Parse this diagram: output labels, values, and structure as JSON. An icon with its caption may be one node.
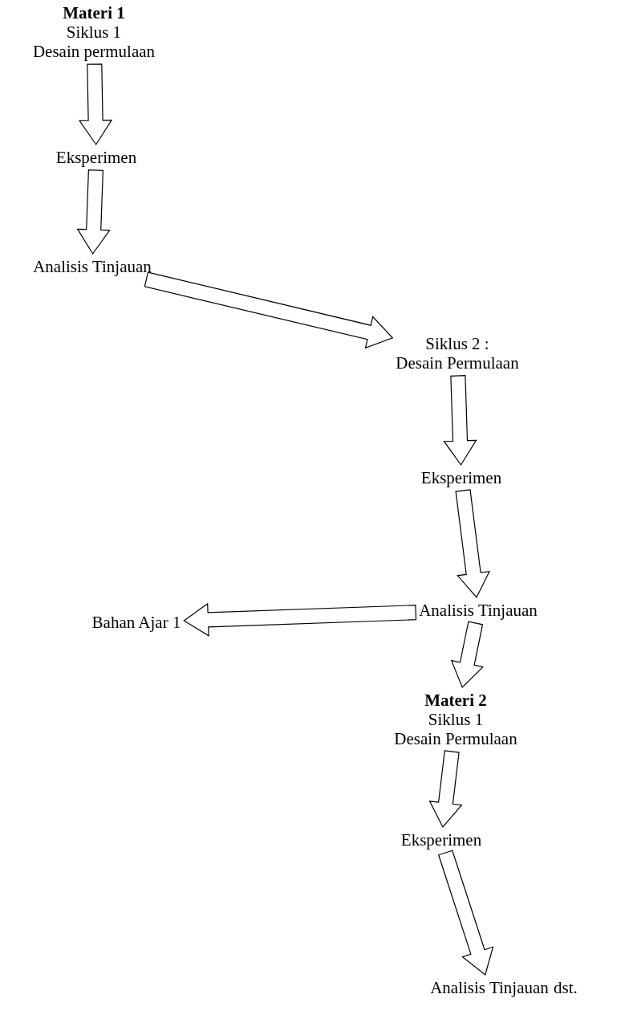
{
  "diagram": {
    "nodes": [
      {
        "text": [
          "Materi 1",
          "Siklus 1",
          "Desain permulaan"
        ]
      },
      {
        "text": [
          "Eksperimen"
        ]
      },
      {
        "text": [
          "Analisis Tinjauan"
        ]
      },
      {
        "text": [
          "Siklus 2 :",
          "Desain Permulaan"
        ]
      },
      {
        "text": [
          "Eksperimen"
        ]
      },
      {
        "text": [
          "Analisis Tinjauan"
        ]
      },
      {
        "text": [
          "Bahan Ajar 1"
        ]
      },
      {
        "text": [
          "Materi 2",
          "Siklus 1",
          "Desain Permulaan"
        ]
      },
      {
        "text": [
          "Eksperimen"
        ]
      },
      {
        "text": [
          "Analisis Tinjauan"
        ]
      }
    ],
    "edges": [
      {
        "from": 0,
        "to": 1,
        "arrow": "to"
      },
      {
        "from": 1,
        "to": 2,
        "arrow": "to"
      },
      {
        "from": 2,
        "to": 3,
        "arrow": "to"
      },
      {
        "from": 3,
        "to": 4,
        "arrow": "to"
      },
      {
        "from": 4,
        "to": 5,
        "arrow": "to"
      },
      {
        "from": 5,
        "to": 6,
        "arrow": "to"
      },
      {
        "from": 5,
        "to": 7,
        "arrow": "to"
      },
      {
        "from": 7,
        "to": 8,
        "arrow": "to"
      },
      {
        "from": 8,
        "to": 9,
        "arrow": "to"
      }
    ],
    "labels": [
      "dst."
    ]
  }
}
